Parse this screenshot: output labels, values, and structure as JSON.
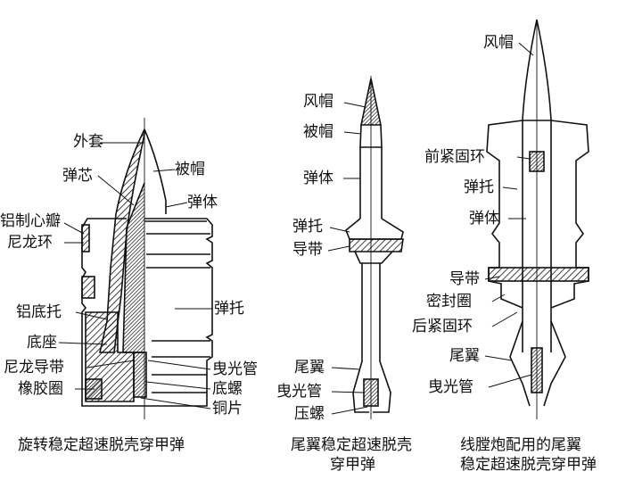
{
  "diagram": {
    "left": {
      "caption": "旋转稳定超速脱壳穿甲弹",
      "labels": {
        "outer_sleeve": "外套",
        "core": "弹芯",
        "cap": "被帽",
        "body": "弹体",
        "al_petal": "铝制心瓣",
        "nylon_ring": "尼龙环",
        "al_base": "铝底托",
        "base_seat": "底座",
        "nylon_band": "尼龙导带",
        "rubber_ring": "橡胶圈",
        "sabot": "弹托",
        "tracer": "曳光管",
        "base_screw": "底螺",
        "copper": "铜片"
      }
    },
    "middle": {
      "caption_line1": "尾翼稳定超速脱壳",
      "caption_line2": "穿甲弹",
      "labels": {
        "windshield": "风帽",
        "cap": "被帽",
        "body": "弹体",
        "sabot": "弹托",
        "band": "导带",
        "fin": "尾翼",
        "tracer": "曳光管",
        "screw": "压螺"
      }
    },
    "right": {
      "caption_line1": "线膛炮配用的尾翼",
      "caption_line2": "稳定超速脱壳穿甲弹",
      "labels": {
        "windshield": "风帽",
        "front_ring": "前紧固环",
        "sabot": "弹托",
        "body": "弹体",
        "band": "导带",
        "seal": "密封圈",
        "rear_ring": "后紧固环",
        "fin": "尾翼",
        "tracer": "曳光管"
      }
    }
  }
}
